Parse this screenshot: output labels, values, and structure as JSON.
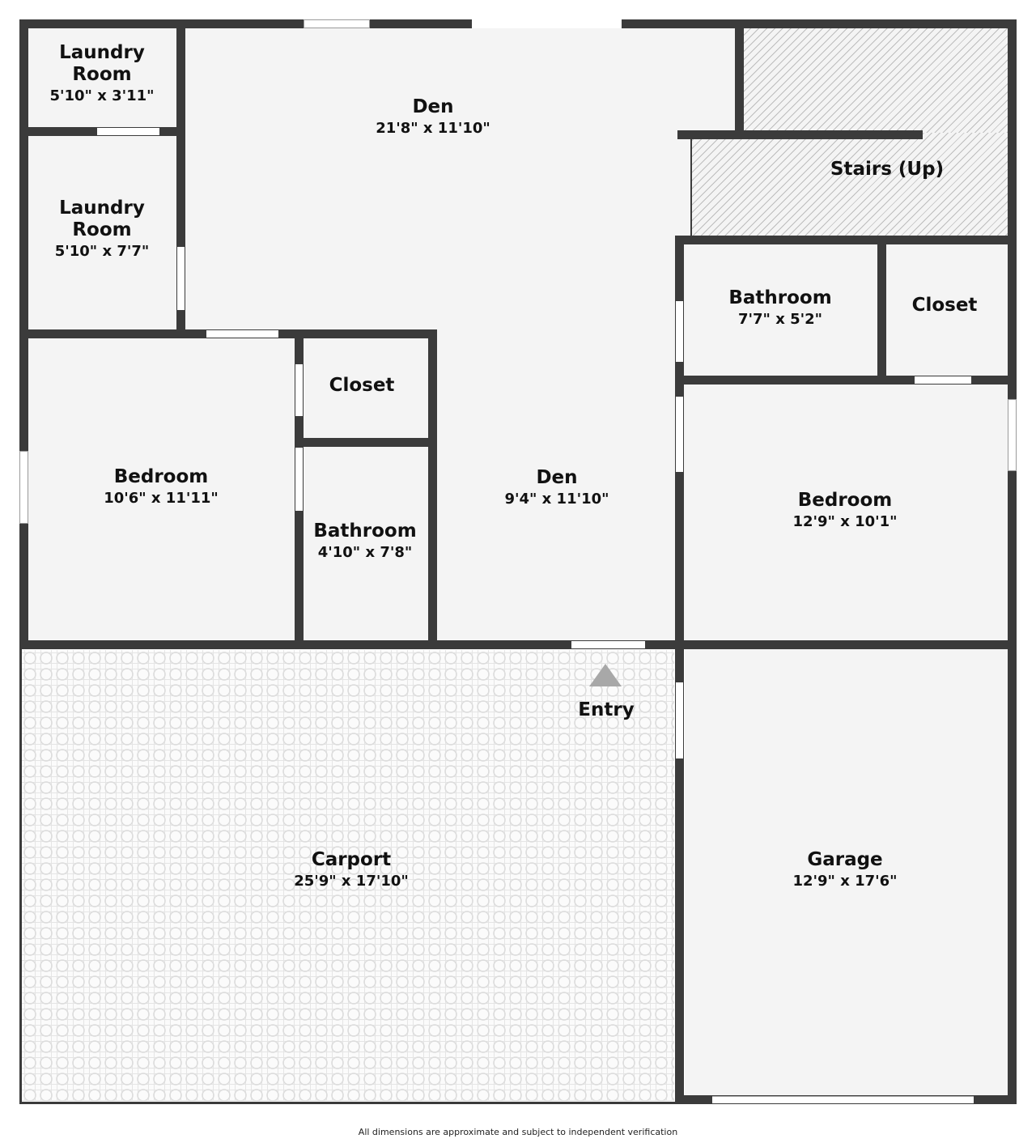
{
  "floorplan": {
    "rooms": [
      {
        "id": "laundry-1",
        "name": "Laundry\nRoom",
        "line1": "Laundry",
        "line2": "Room",
        "dimensions": "5'10\" x 3'11\""
      },
      {
        "id": "laundry-2",
        "name": "Laundry Room",
        "line1": "Laundry",
        "line2": "Room",
        "dimensions": "5'10\" x 7'7\""
      },
      {
        "id": "den-1",
        "name": "Den",
        "dimensions": "21'8\" x 11'10\""
      },
      {
        "id": "stairs",
        "name": "Stairs (Up)",
        "dimensions": ""
      },
      {
        "id": "bathroom-1",
        "name": "Bathroom",
        "dimensions": "7'7\" x 5'2\""
      },
      {
        "id": "closet-1",
        "name": "Closet",
        "dimensions": ""
      },
      {
        "id": "bedroom-1",
        "name": "Bedroom",
        "dimensions": "10'6\" x 11'11\""
      },
      {
        "id": "closet-2",
        "name": "Closet",
        "dimensions": ""
      },
      {
        "id": "bathroom-2",
        "name": "Bathroom",
        "dimensions": "4'10\" x 7'8\""
      },
      {
        "id": "den-2",
        "name": "Den",
        "dimensions": "9'4\" x 11'10\""
      },
      {
        "id": "bedroom-2",
        "name": "Bedroom",
        "dimensions": "12'9\" x 10'1\""
      },
      {
        "id": "carport",
        "name": "Carport",
        "dimensions": "25'9\" x 17'10\""
      },
      {
        "id": "garage",
        "name": "Garage",
        "dimensions": "12'9\" x 17'6\""
      }
    ],
    "entry": {
      "label": "Entry",
      "icon": "triangle-up-arrow"
    },
    "colors": {
      "wall": "#3b3b3b",
      "floor": "#f4f4f4",
      "opening": "#ffffff",
      "arrow": "#a8a8a8"
    }
  },
  "footer": {
    "disclaimer": "All dimensions are approximate and subject to independent verification"
  }
}
